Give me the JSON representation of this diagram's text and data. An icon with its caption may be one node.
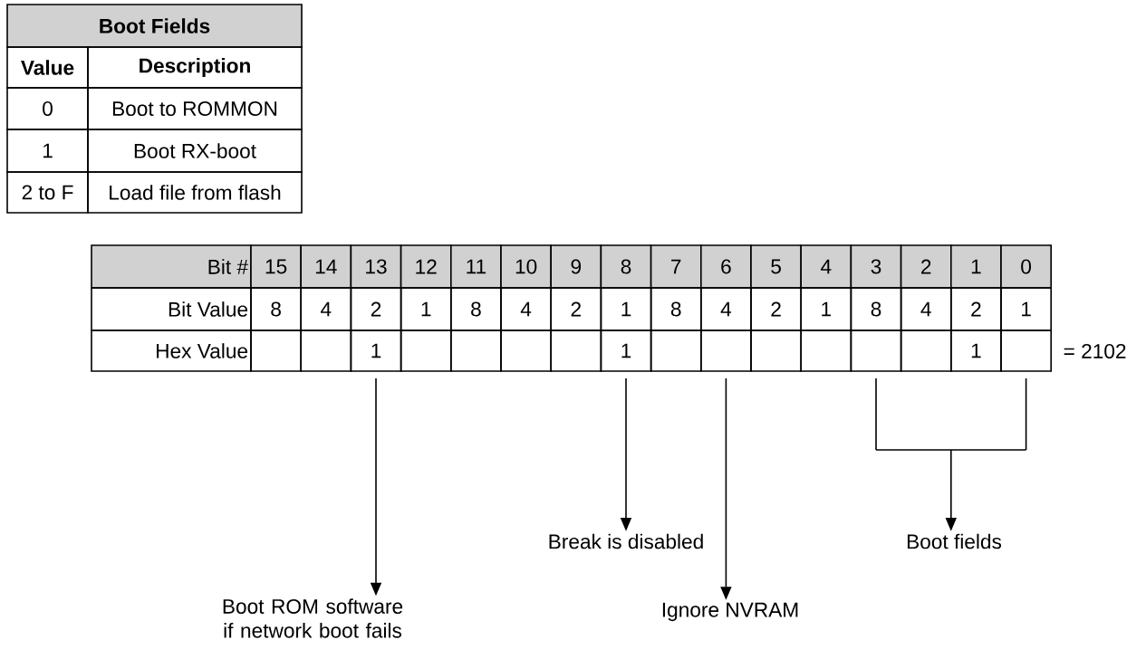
{
  "diagram": {
    "nodes": [
      {
        "text": [
          "1"
        ]
      },
      {
        "text": [
          "1"
        ]
      },
      {
        "text": [],
        "shape": "box"
      },
      {
        "text": [],
        "shape": "box"
      },
      {
        "text": [],
        "shape": "box"
      },
      {
        "text": [
          "Boot ROM software if network boot fails"
        ]
      },
      {
        "text": [
          "Break is disabled"
        ]
      },
      {
        "text": [
          "Ignore NVRAM"
        ]
      },
      {
        "text": [
          "Boot fields"
        ]
      }
    ],
    "edges": [
      {
        "from": 0,
        "to": 5,
        "arrow": "to"
      },
      {
        "from": 1,
        "to": 6,
        "arrow": "to"
      },
      {
        "from": 2,
        "to": 7,
        "arrow": "to"
      },
      {
        "from": 3,
        "to": 8,
        "arrow": "to"
      },
      {
        "from": 4,
        "to": 8,
        "arrow": "to"
      }
    ],
    "labels": [
      "Boot Fields",
      "Value",
      "Description",
      "0",
      "Boot to ROMMON",
      "1",
      "Boot RX-boot",
      "2 to F",
      "Load file from flash",
      "Bit #",
      "15",
      "14",
      "13",
      "12",
      "11",
      "10",
      "9",
      "8",
      "7",
      "6",
      "5",
      "4",
      "3",
      "2",
      "1",
      "0",
      "Bit Value",
      "8",
      "4",
      "2",
      "1",
      "8",
      "4",
      "2",
      "1",
      "8",
      "4",
      "2",
      "1",
      "8",
      "4",
      "2",
      "1",
      "Hex Value",
      "1",
      "= 2102"
    ]
  }
}
